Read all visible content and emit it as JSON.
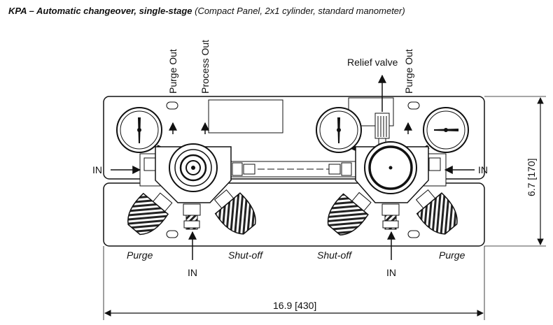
{
  "title": {
    "code": "KPA",
    "dash": " – ",
    "name": "Automatic changeover, single-stage",
    "details": " (Compact Panel, 2x1 cylinder, standard manometer)"
  },
  "labels": {
    "purge_out_left": "Purge Out",
    "process_out": "Process Out",
    "relief_valve": "Relief valve",
    "purge_out_right": "Purge Out",
    "in_left": "IN",
    "in_right": "IN",
    "in_bottom_left": "IN",
    "in_bottom_right": "IN",
    "purge_left": "Purge",
    "shutoff_left": "Shut-off",
    "shutoff_right": "Shut-off",
    "purge_right": "Purge"
  },
  "dimensions": {
    "height": "6.7 [170]",
    "width": "16.9 [430]"
  }
}
